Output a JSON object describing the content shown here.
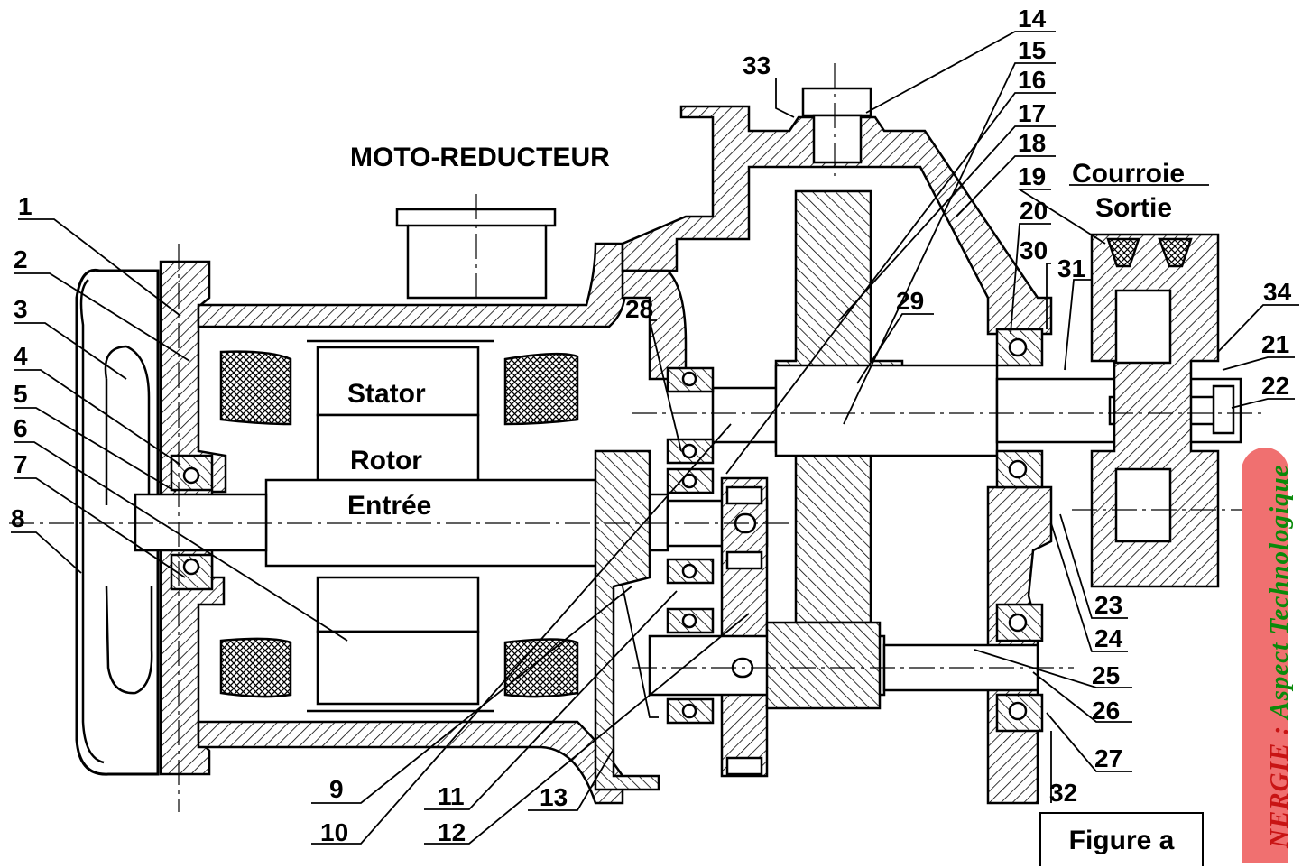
{
  "title": "MOTO-REDUCTEUR",
  "figure_label": "Figure a",
  "side_text": {
    "prefix": "NERGIE :",
    "emphasis": "Aspect Technologique"
  },
  "inner_labels": {
    "stator": "Stator",
    "rotor": "Rotor",
    "entree": "Entrée",
    "courroie": "Courroie",
    "sortie": "Sortie"
  },
  "callouts": [
    "1",
    "2",
    "3",
    "4",
    "5",
    "6",
    "7",
    "8",
    "9",
    "10",
    "11",
    "12",
    "13",
    "14",
    "15",
    "16",
    "17",
    "18",
    "19",
    "20",
    "21",
    "22",
    "23",
    "24",
    "25",
    "26",
    "27",
    "28",
    "29",
    "30",
    "31",
    "32",
    "33",
    "34"
  ],
  "colors": {
    "ink": "#000000",
    "ribbon": "#f07070",
    "ribbon_text_red": "#c81414",
    "ribbon_text_green": "#0a8a0a"
  }
}
